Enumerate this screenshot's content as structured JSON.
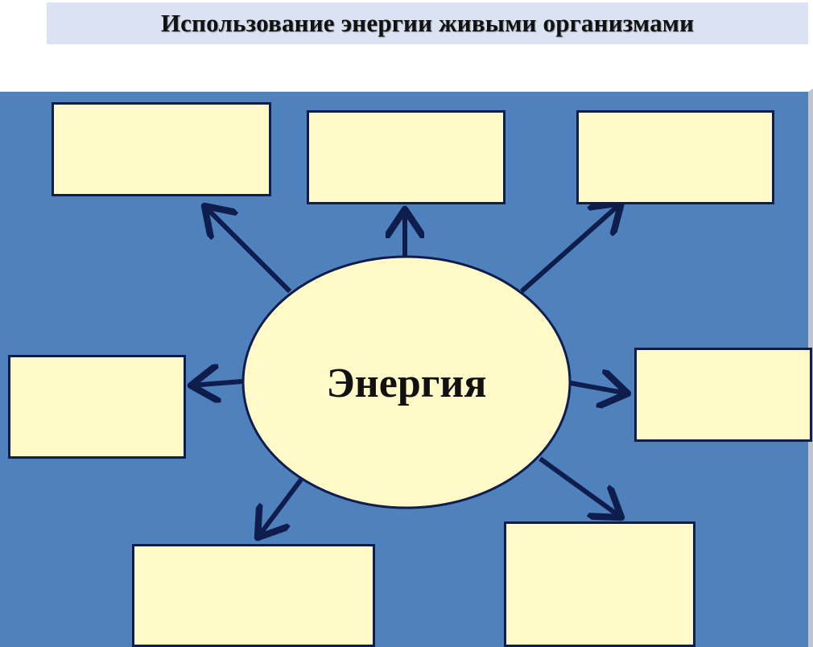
{
  "title": "Использование энергии живыми организмами",
  "center": {
    "label": "Энергия"
  },
  "boxes": [
    {
      "id": "top-left",
      "label": ""
    },
    {
      "id": "top-center",
      "label": ""
    },
    {
      "id": "top-right",
      "label": ""
    },
    {
      "id": "middle-left",
      "label": ""
    },
    {
      "id": "middle-right",
      "label": ""
    },
    {
      "id": "bottom-left",
      "label": ""
    },
    {
      "id": "bottom-right",
      "label": ""
    }
  ],
  "colors": {
    "background": "#4f81bd",
    "box_fill": "#fffac8",
    "outline": "#0f1d4d",
    "title_banner": "#dbe3f2"
  }
}
